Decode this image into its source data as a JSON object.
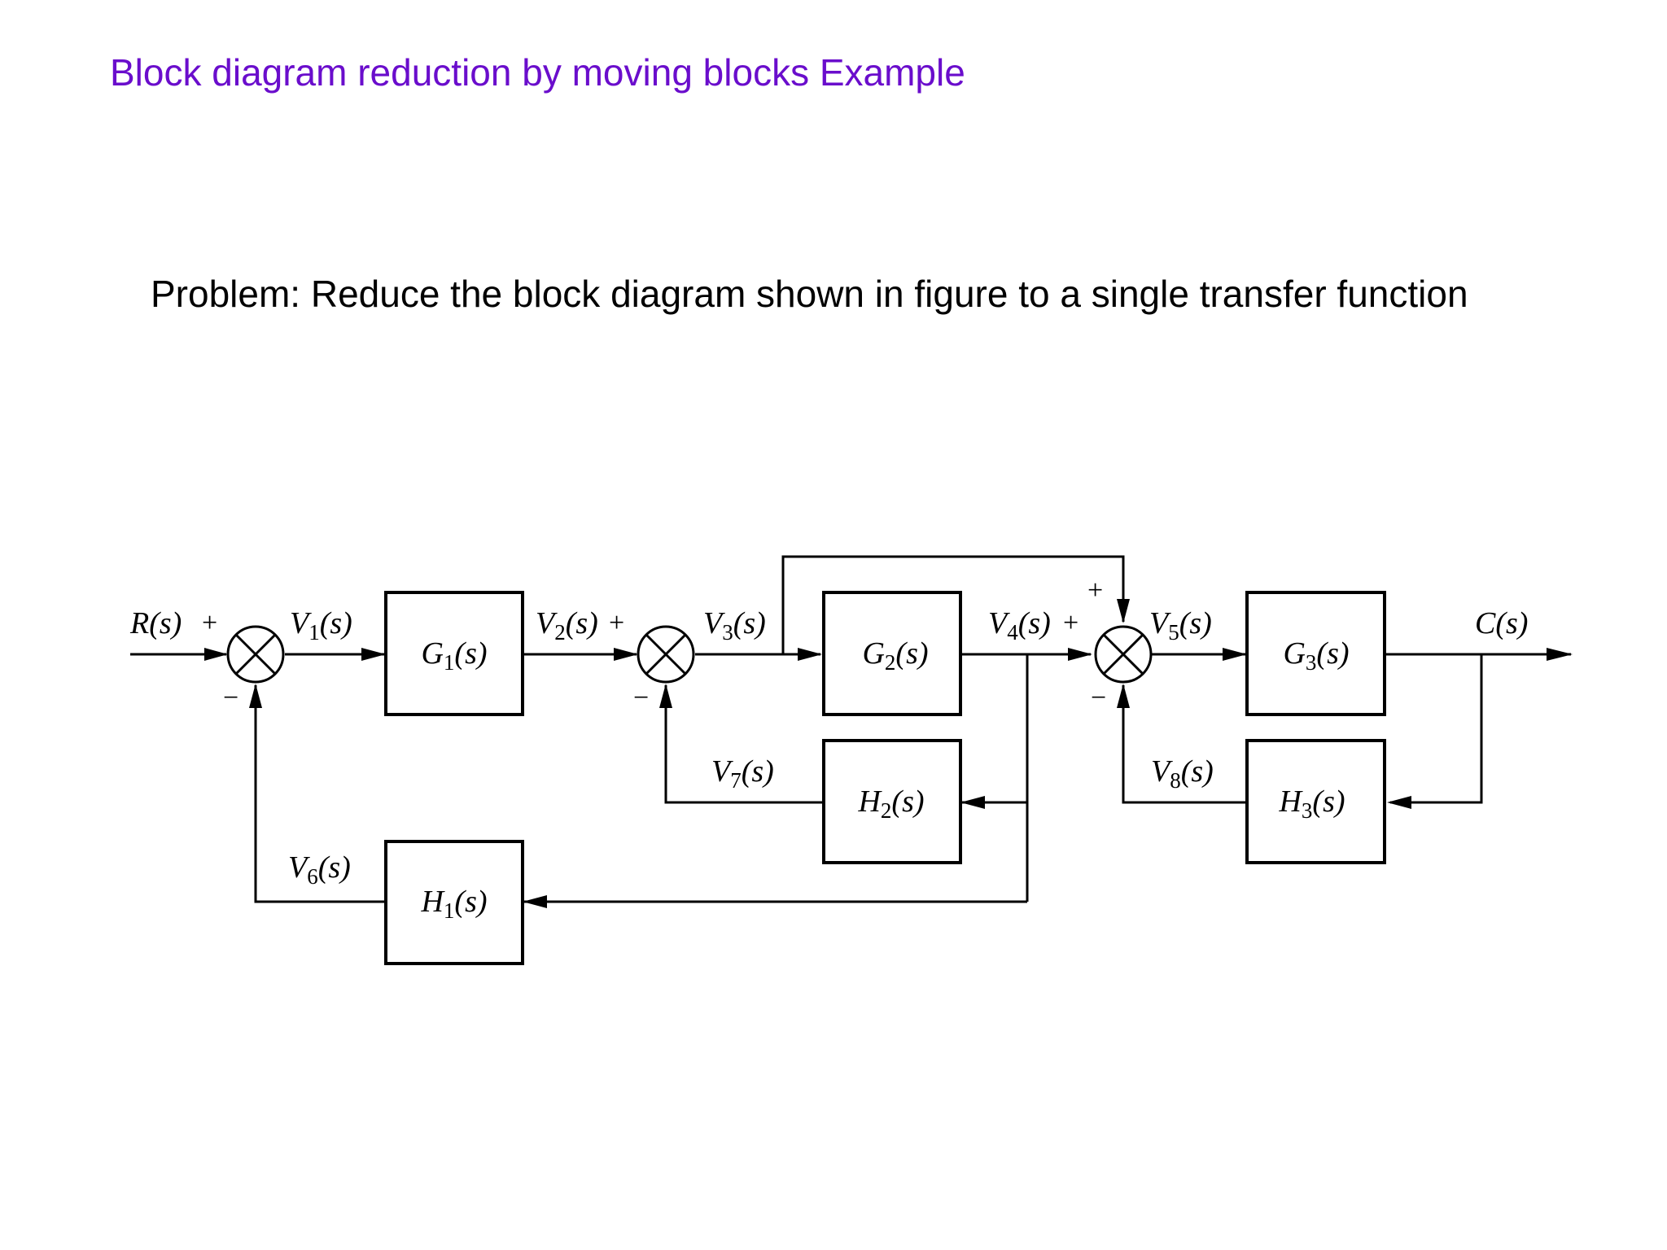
{
  "title": "Block diagram reduction by moving blocks Example",
  "problem": "Problem: Reduce the block diagram shown in figure to a single transfer function",
  "diagram": {
    "signals": {
      "R": {
        "main": "R",
        "sub": "",
        "tail": "(s)"
      },
      "V1": {
        "main": "V",
        "sub": "1",
        "tail": "(s)"
      },
      "V2": {
        "main": "V",
        "sub": "2",
        "tail": "(s)"
      },
      "V3": {
        "main": "V",
        "sub": "3",
        "tail": "(s)"
      },
      "V4": {
        "main": "V",
        "sub": "4",
        "tail": "(s)"
      },
      "V5": {
        "main": "V",
        "sub": "5",
        "tail": "(s)"
      },
      "V6": {
        "main": "V",
        "sub": "6",
        "tail": "(s)"
      },
      "V7": {
        "main": "V",
        "sub": "7",
        "tail": "(s)"
      },
      "V8": {
        "main": "V",
        "sub": "8",
        "tail": "(s)"
      },
      "C": {
        "main": "C",
        "sub": "",
        "tail": "(s)"
      }
    },
    "blocks": {
      "G1": {
        "main": "G",
        "sub": "1",
        "tail": "(s)"
      },
      "G2": {
        "main": "G",
        "sub": "2",
        "tail": "(s)"
      },
      "G3": {
        "main": "G",
        "sub": "3",
        "tail": "(s)"
      },
      "H1": {
        "main": "H",
        "sub": "1",
        "tail": "(s)"
      },
      "H2": {
        "main": "H",
        "sub": "2",
        "tail": "(s)"
      },
      "H3": {
        "main": "H",
        "sub": "3",
        "tail": "(s)"
      }
    },
    "signs": {
      "plus": "+",
      "minus": "−"
    }
  }
}
